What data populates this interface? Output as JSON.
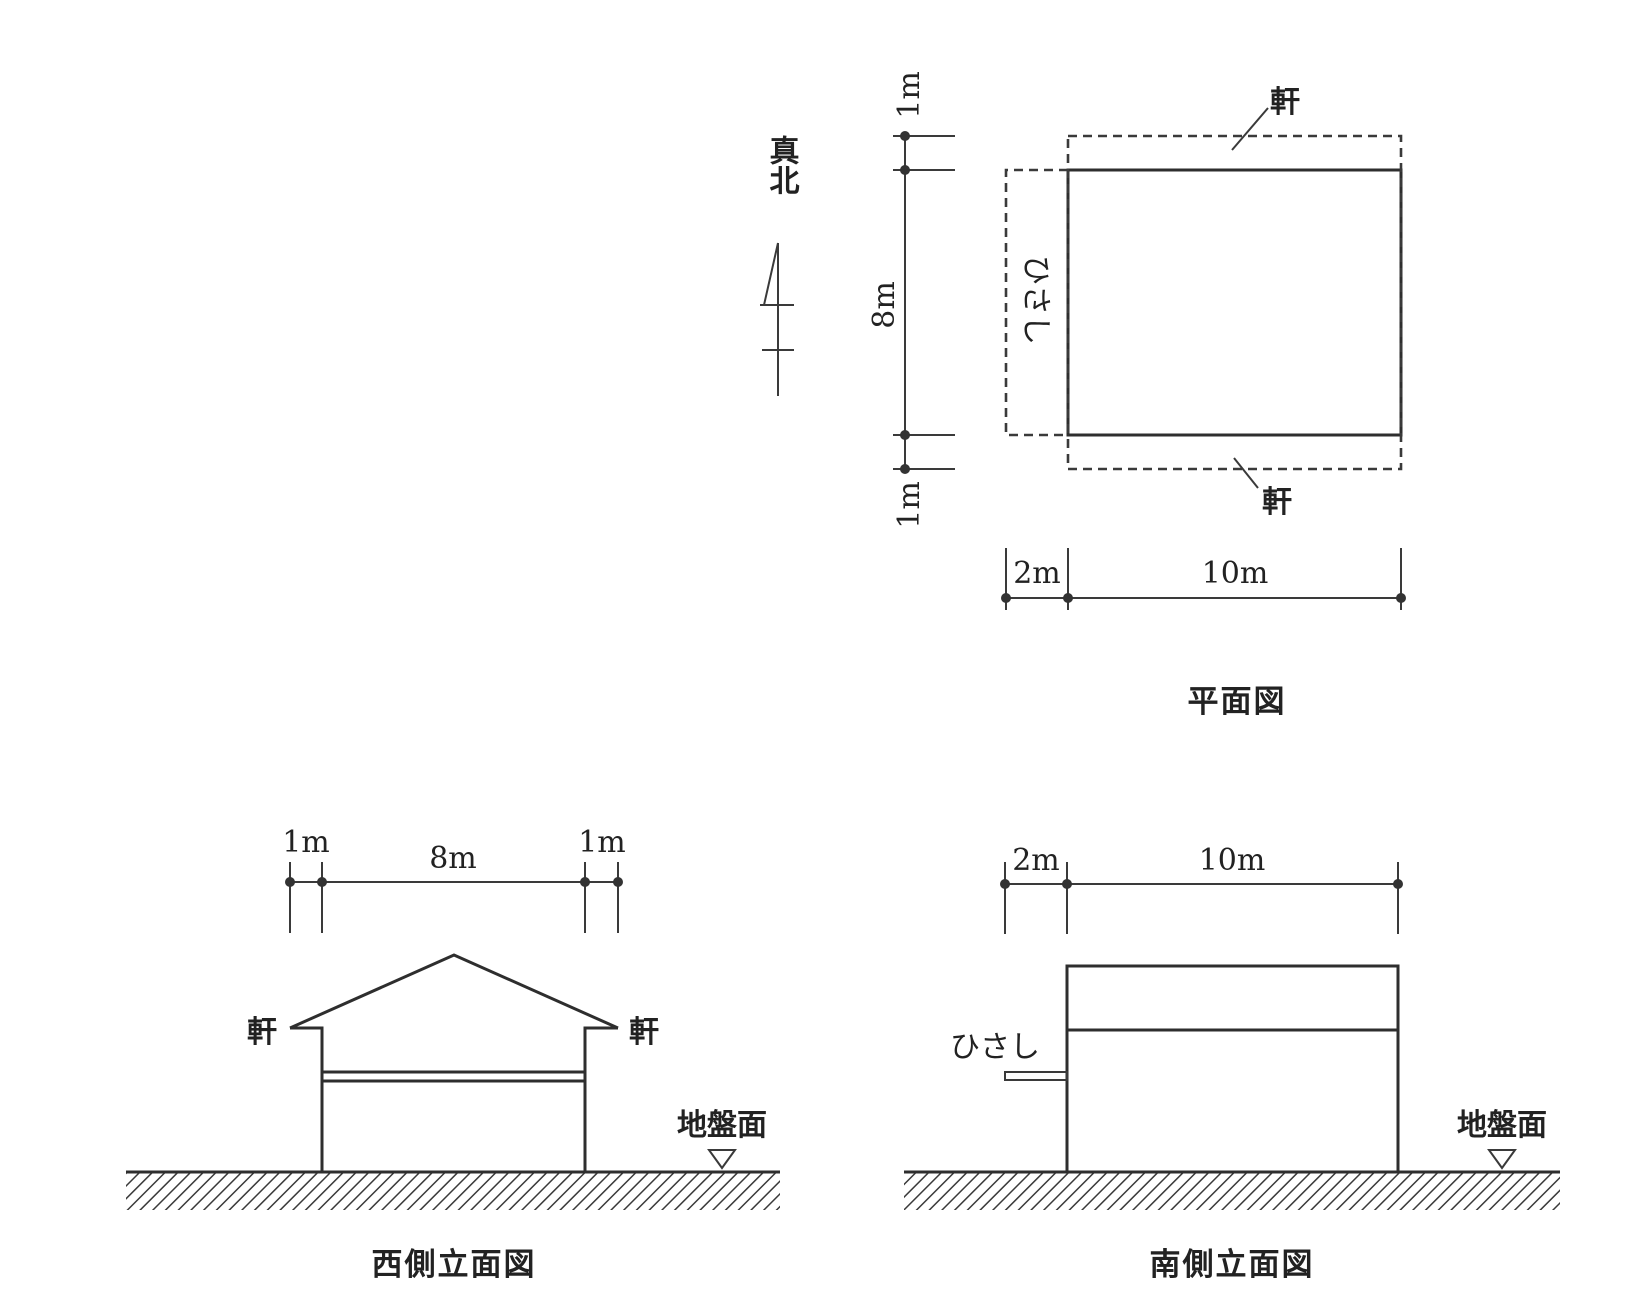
{
  "plan": {
    "title": "平面図",
    "north": "真北",
    "dim_top": "1m",
    "dim_mid": "8m",
    "dim_bottom": "1m",
    "dim_left": "2m",
    "dim_right": "10m",
    "eave_top": "軒",
    "eave_bottom": "軒",
    "canopy": "ひさし"
  },
  "west": {
    "title": "西側立面図",
    "dim_left": "1m",
    "dim_mid": "8m",
    "dim_right": "1m",
    "eave_left": "軒",
    "eave_right": "軒",
    "ground": "地盤面"
  },
  "south": {
    "title": "南側立面図",
    "dim_left": "2m",
    "dim_right": "10m",
    "canopy": "ひさし",
    "ground": "地盤面"
  }
}
